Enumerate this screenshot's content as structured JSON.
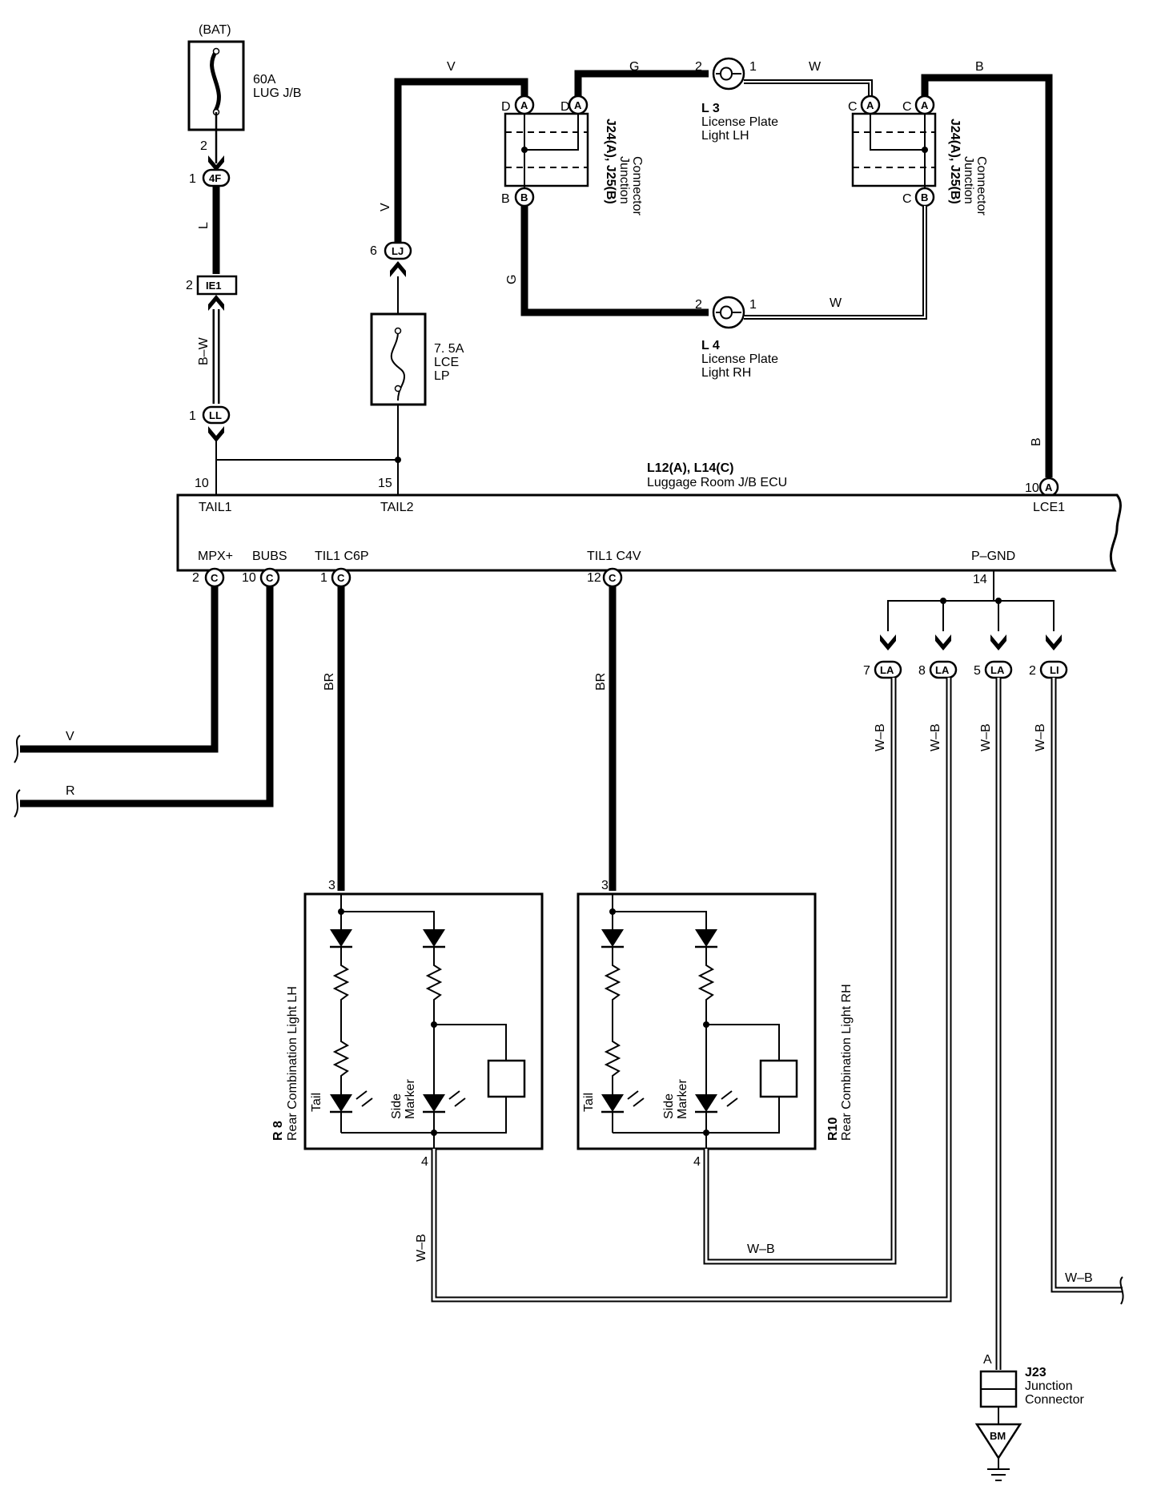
{
  "battery": {
    "label": "(BAT)",
    "fuse_rating": "60A",
    "fuse_name": "LUG J/B",
    "pin": "2"
  },
  "connectors": {
    "c4f": {
      "pin": "1",
      "label": "4F"
    },
    "ie1": {
      "pin": "2",
      "label": "IE1"
    },
    "ll": {
      "pin": "1",
      "label": "LL"
    },
    "lj": {
      "pin": "6",
      "label": "LJ"
    },
    "lce1": {
      "pin": "10",
      "label": "A"
    },
    "mpx": {
      "pin": "2",
      "label": "C"
    },
    "bubs": {
      "pin": "10",
      "label": "C"
    },
    "til1c6p": {
      "pin": "1",
      "label": "C"
    },
    "til1c4v": {
      "pin": "12",
      "label": "C"
    },
    "la7": {
      "pin": "7",
      "label": "LA"
    },
    "la8": {
      "pin": "8",
      "label": "LA"
    },
    "la5": {
      "pin": "5",
      "label": "LA"
    },
    "li2": {
      "pin": "2",
      "label": "LI"
    }
  },
  "fuse_lce": {
    "rating": "7. 5A",
    "name_1": "LCE",
    "name_2": "LP"
  },
  "ecu": {
    "id": "L12(A), L14(C)",
    "name": "Luggage Room J/B ECU",
    "pin_tail1": "10",
    "tail1": "TAIL1",
    "pin_tail2": "15",
    "tail2": "TAIL2",
    "lce1": "LCE1",
    "mpx": "MPX+",
    "bubs": "BUBS",
    "til1_c6p": "TIL1 C6P",
    "til1_c4v": "TIL1 C4V",
    "pgnd": "P–GND",
    "pin_pgnd": "14"
  },
  "junction_left": {
    "id": "J24(A), J25(B)",
    "line1": "Junction",
    "line2": "Connector",
    "pin_d1": "D",
    "pin_d2": "D",
    "pin_b": "B",
    "conn_a": "A",
    "conn_b": "B"
  },
  "junction_right": {
    "id": "J24(A), J25(B)",
    "line1": "Junction",
    "line2": "Connector",
    "pin_c1": "C",
    "pin_c2": "C",
    "pin_c3": "C",
    "conn_a": "A",
    "conn_b": "B"
  },
  "l3": {
    "id": "L 3",
    "line1": "License Plate",
    "line2": "Light LH",
    "pin_in": "2",
    "pin_out": "1"
  },
  "l4": {
    "id": "L 4",
    "line1": "License Plate",
    "line2": "Light RH",
    "pin_in": "2",
    "pin_out": "1"
  },
  "wires": {
    "l": "L",
    "bw": "B–W",
    "v": "V",
    "g": "G",
    "w": "W",
    "b": "B",
    "r": "R",
    "br": "BR",
    "wb": "W–B"
  },
  "r8": {
    "id": "R 8",
    "name": "Rear Combination Light LH",
    "pin_in": "3",
    "pin_out": "4",
    "tail": "Tail",
    "side_1": "Side",
    "side_2": "Marker"
  },
  "r10": {
    "id": "R10",
    "name": "Rear Combination Light RH",
    "pin_in": "3",
    "pin_out": "4",
    "tail": "Tail",
    "side_1": "Side",
    "side_2": "Marker"
  },
  "j23": {
    "id": "J23",
    "line1": "Junction",
    "line2": "Connector",
    "pin": "A",
    "ground": "BM"
  }
}
